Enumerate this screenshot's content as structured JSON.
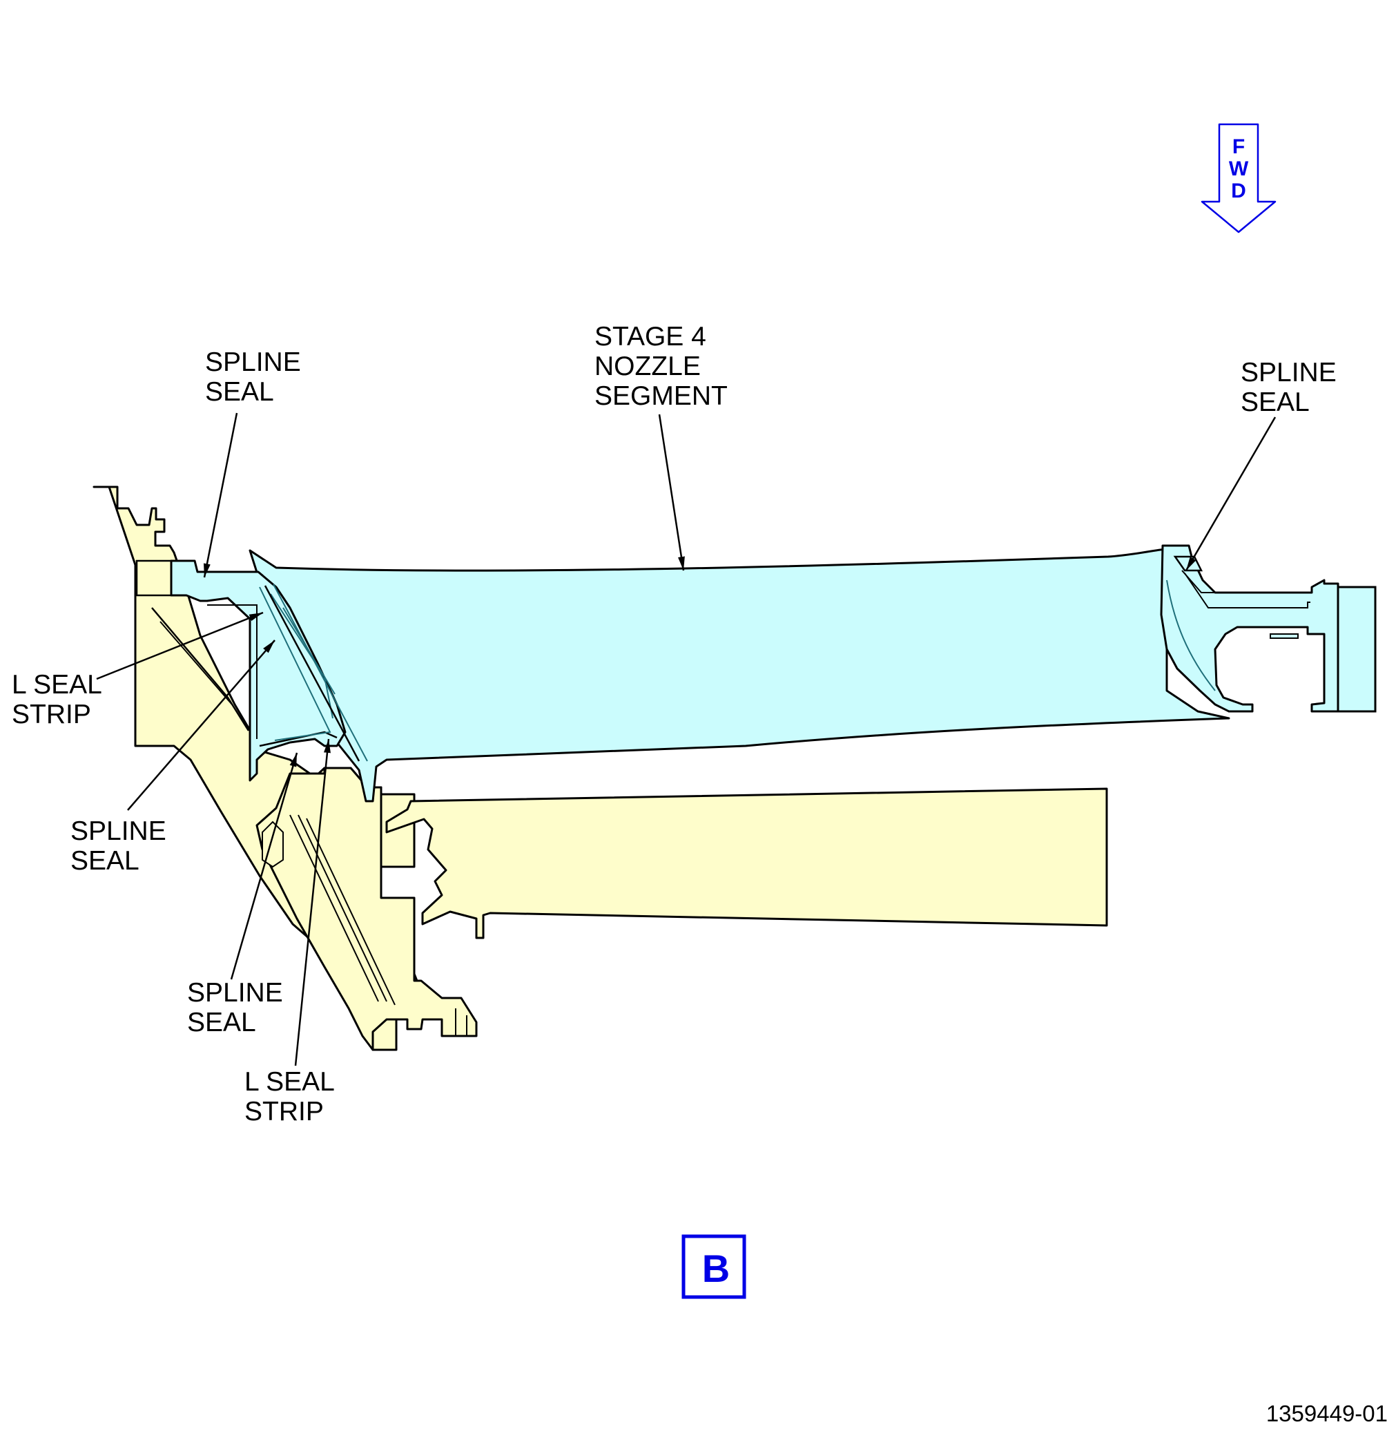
{
  "colors": {
    "nozzle_fill": "#cbfcfd",
    "structure_fill": "#fefdcb",
    "outline": "#000000",
    "inner_detail": "#1f6f7a",
    "fwd_indicator": "#0000e6"
  },
  "fwd_indicator": {
    "letters": [
      "F",
      "W",
      "D"
    ],
    "icon": "arrow-down-icon"
  },
  "callouts": {
    "stage4_nozzle_segment": [
      "STAGE 4",
      "NOZZLE",
      "SEGMENT"
    ],
    "spline_seal_top_left": [
      "SPLINE",
      "SEAL"
    ],
    "spline_seal_top_right": [
      "SPLINE",
      "SEAL"
    ],
    "l_seal_strip_left": [
      "L SEAL",
      "STRIP"
    ],
    "spline_seal_mid_left": [
      "SPLINE",
      "SEAL"
    ],
    "spline_seal_bottom": [
      "SPLINE",
      "SEAL"
    ],
    "l_seal_strip_bottom": [
      "L SEAL",
      "STRIP"
    ]
  },
  "view_letter": "B",
  "figure_number": "1359449-01"
}
